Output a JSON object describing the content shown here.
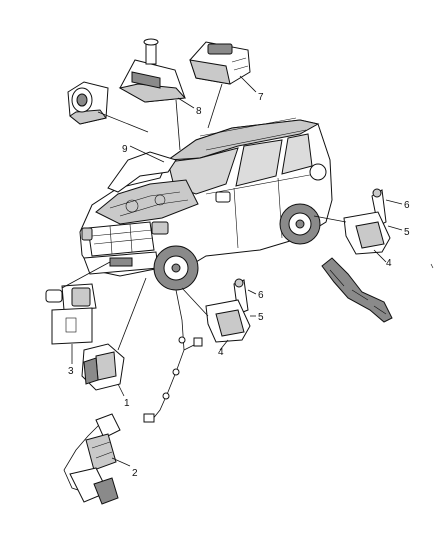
{
  "diagram": {
    "callouts": [
      {
        "id": "c1",
        "text": "1"
      },
      {
        "id": "c2",
        "text": "2"
      },
      {
        "id": "c3",
        "text": "3"
      },
      {
        "id": "c4a",
        "text": "4"
      },
      {
        "id": "c4b",
        "text": "4"
      },
      {
        "id": "c5a",
        "text": "5"
      },
      {
        "id": "c5b",
        "text": "5"
      },
      {
        "id": "c6a",
        "text": "6"
      },
      {
        "id": "c6b",
        "text": "6"
      },
      {
        "id": "c7",
        "text": "7"
      },
      {
        "id": "c8",
        "text": "8"
      },
      {
        "id": "c9",
        "text": "9"
      }
    ]
  }
}
